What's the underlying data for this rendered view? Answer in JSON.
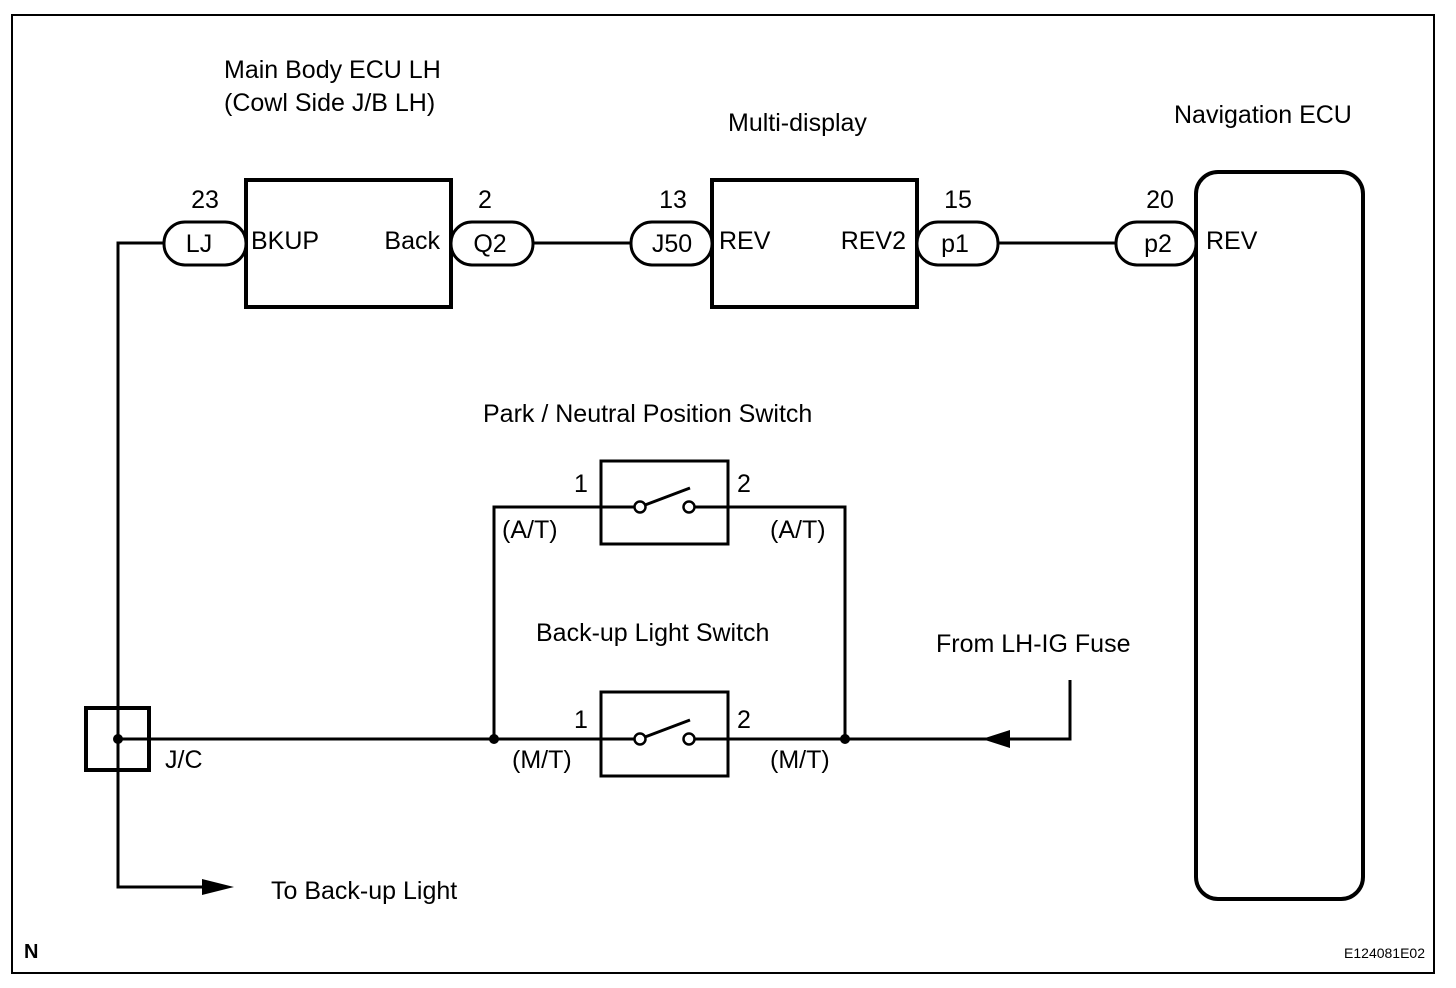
{
  "diagram": {
    "main_body_ecu": {
      "title_line1": "Main Body ECU LH",
      "title_line2": "(Cowl Side J/B LH)",
      "left_pin_number": "23",
      "left_connector": "LJ",
      "left_terminal": "BKUP",
      "right_terminal": "Back",
      "right_pin_number": "2",
      "right_connector": "Q2"
    },
    "multi_display": {
      "title": "Multi-display",
      "left_pin_number": "13",
      "left_connector": "J50",
      "left_terminal": "REV",
      "right_terminal": "REV2",
      "right_pin_number": "15",
      "right_connector": "p1"
    },
    "navigation_ecu": {
      "title": "Navigation ECU",
      "pin_number": "20",
      "connector": "p2",
      "terminal": "REV"
    },
    "park_neutral_switch": {
      "title": "Park / Neutral Position Switch",
      "pin1": "1",
      "pin2": "2",
      "variant_left": "(A/T)",
      "variant_right": "(A/T)"
    },
    "backup_light_switch": {
      "title": "Back-up Light Switch",
      "pin1": "1",
      "pin2": "2",
      "variant_left": "(M/T)",
      "variant_right": "(M/T)"
    },
    "junction": {
      "label": "J/C"
    },
    "fuse_source": "From LH-IG Fuse",
    "output_target": "To Back-up Light",
    "corner_mark": "N",
    "figure_code": "E124081E02"
  }
}
